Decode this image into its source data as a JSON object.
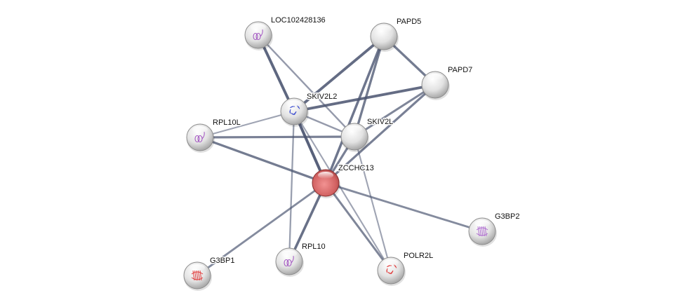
{
  "network": {
    "query_node": "ZCCHC13",
    "colors": {
      "query": "#d95f5f",
      "node": "#e0e0e0",
      "edge": "#4a5470"
    },
    "nodes": [
      {
        "id": "LOC102428136",
        "label": "LOC102428136",
        "structure": "helix",
        "structure_color": "#a050c0"
      },
      {
        "id": "PAPD5",
        "label": "PAPD5",
        "structure": "none"
      },
      {
        "id": "PAPD7",
        "label": "PAPD7",
        "structure": "none"
      },
      {
        "id": "SKIV2L2",
        "label": "SKIV2L2",
        "structure": "complex",
        "structure_color": "#4050d0"
      },
      {
        "id": "RPL10L",
        "label": "RPL10L",
        "structure": "helix",
        "structure_color": "#a050c0"
      },
      {
        "id": "SKIV2L",
        "label": "SKIV2L",
        "structure": "none"
      },
      {
        "id": "ZCCHC13",
        "label": "ZCCHC13",
        "structure": "query"
      },
      {
        "id": "G3BP2",
        "label": "G3BP2",
        "structure": "sheet",
        "structure_color": "#b070d0"
      },
      {
        "id": "RPL10",
        "label": "RPL10",
        "structure": "helix",
        "structure_color": "#a050c0"
      },
      {
        "id": "G3BP1",
        "label": "G3BP1",
        "structure": "sheet",
        "structure_color": "#e04040"
      },
      {
        "id": "POLR2L",
        "label": "POLR2L",
        "structure": "complex",
        "structure_color": "#e04040"
      }
    ],
    "edges": [
      {
        "a": "LOC102428136",
        "b": "SKIV2L2",
        "weight": 0.9
      },
      {
        "a": "LOC102428136",
        "b": "SKIV2L",
        "weight": 0.4
      },
      {
        "a": "PAPD5",
        "b": "SKIV2L2",
        "weight": 0.85
      },
      {
        "a": "PAPD5",
        "b": "PAPD7",
        "weight": 0.7
      },
      {
        "a": "PAPD5",
        "b": "SKIV2L",
        "weight": 0.7
      },
      {
        "a": "PAPD5",
        "b": "ZCCHC13",
        "weight": 0.75
      },
      {
        "a": "PAPD7",
        "b": "SKIV2L2",
        "weight": 0.85
      },
      {
        "a": "PAPD7",
        "b": "SKIV2L",
        "weight": 0.6
      },
      {
        "a": "PAPD7",
        "b": "ZCCHC13",
        "weight": 0.65
      },
      {
        "a": "SKIV2L2",
        "b": "RPL10L",
        "weight": 0.3
      },
      {
        "a": "SKIV2L2",
        "b": "SKIV2L",
        "weight": 0.4
      },
      {
        "a": "SKIV2L2",
        "b": "ZCCHC13",
        "weight": 0.95
      },
      {
        "a": "SKIV2L2",
        "b": "RPL10",
        "weight": 0.35
      },
      {
        "a": "SKIV2L2",
        "b": "POLR2L",
        "weight": 0.3
      },
      {
        "a": "RPL10L",
        "b": "SKIV2L",
        "weight": 0.65
      },
      {
        "a": "RPL10L",
        "b": "ZCCHC13",
        "weight": 0.7
      },
      {
        "a": "SKIV2L",
        "b": "ZCCHC13",
        "weight": 0.65
      },
      {
        "a": "SKIV2L",
        "b": "POLR2L",
        "weight": 0.3
      },
      {
        "a": "ZCCHC13",
        "b": "G3BP2",
        "weight": 0.55
      },
      {
        "a": "ZCCHC13",
        "b": "G3BP1",
        "weight": 0.55
      },
      {
        "a": "ZCCHC13",
        "b": "RPL10",
        "weight": 0.8
      },
      {
        "a": "ZCCHC13",
        "b": "POLR2L",
        "weight": 0.6
      }
    ]
  }
}
